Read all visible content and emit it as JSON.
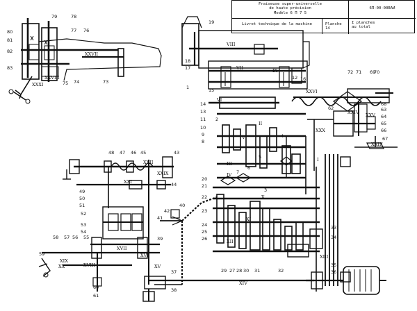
{
  "title_block": {
    "title_line1": "Fraiseuse super-universelle",
    "title_line2": "de haute précision",
    "title_line3": "Modèle 6 П 7 5",
    "doc_number": "6П-00-00ВАИ",
    "manual_label": "Livret technique de la machine",
    "sheet_label": "Planche 14",
    "sheets_line1": "I planches",
    "sheets_line2": "au total"
  },
  "callouts": {
    "n1": "1",
    "n2": "2",
    "n3": "3",
    "n4": "4",
    "n5": "5",
    "n6": "6",
    "n7": "7",
    "n8": "8",
    "n9": "9",
    "n10": "10",
    "n11": "11",
    "n12": "12",
    "n13": "13",
    "n14": "14",
    "n15": "15",
    "n16": "16",
    "n17": "17",
    "n18": "18",
    "n19": "19",
    "n20": "20",
    "n21": "21",
    "n22": "22",
    "n23": "23",
    "n24": "24",
    "n25": "25",
    "n26": "26",
    "n27": "27",
    "n28": "28",
    "n29": "29",
    "n30": "30",
    "n31": "31",
    "n32": "32",
    "n33": "33",
    "n34": "34",
    "n35": "35",
    "n36": "36",
    "n37": "37",
    "n38": "38",
    "n39": "39",
    "n40": "40",
    "n41": "41",
    "n42": "42",
    "n43": "43",
    "n44": "44",
    "n45": "45",
    "n46": "46",
    "n47": "47",
    "n48": "48",
    "n49": "49",
    "n50": "50",
    "n51": "51",
    "n52": "52",
    "n53": "53",
    "n54": "54",
    "n55": "55",
    "n56": "56",
    "n57": "57",
    "n58": "58",
    "n59": "59",
    "n60": "60",
    "n61": "61",
    "n62": "62",
    "n63": "63",
    "n64": "64",
    "n65": "65",
    "n66": "66",
    "n67": "67",
    "n68": "68",
    "n69": "69",
    "n70": "70",
    "n71": "71",
    "n72": "72",
    "n73": "73",
    "n74": "74",
    "n75": "75",
    "n76": "76",
    "n77": "77",
    "n78": "78",
    "n79": "79",
    "n80": "80",
    "n81": "81",
    "n82": "82",
    "n83": "83"
  },
  "shafts": {
    "I": "I",
    "II": "II",
    "III": "III",
    "IV": "IV",
    "V": "V",
    "VI": "VI",
    "VII": "VII",
    "VIII": "VIII",
    "IX": "IX",
    "X": "X",
    "XI": "XI",
    "XII": "XII",
    "XIII": "XIII",
    "XIV": "XIV",
    "XV": "XV",
    "XVI": "XVI",
    "XVII": "XVII",
    "XVIII": "XVIII",
    "XIX": "XIX",
    "XX": "XX",
    "XXI": "XXI",
    "XXII": "XXII",
    "XXIII": "XXIII",
    "XXIV": "XXIV",
    "XXV": "XXV",
    "XXVI": "XXVI",
    "XXVII": "XXVII",
    "XXVIII": "XXVIII",
    "XXIX": "XXIX",
    "XXX": "XXX",
    "XXXI": "XXXI"
  }
}
